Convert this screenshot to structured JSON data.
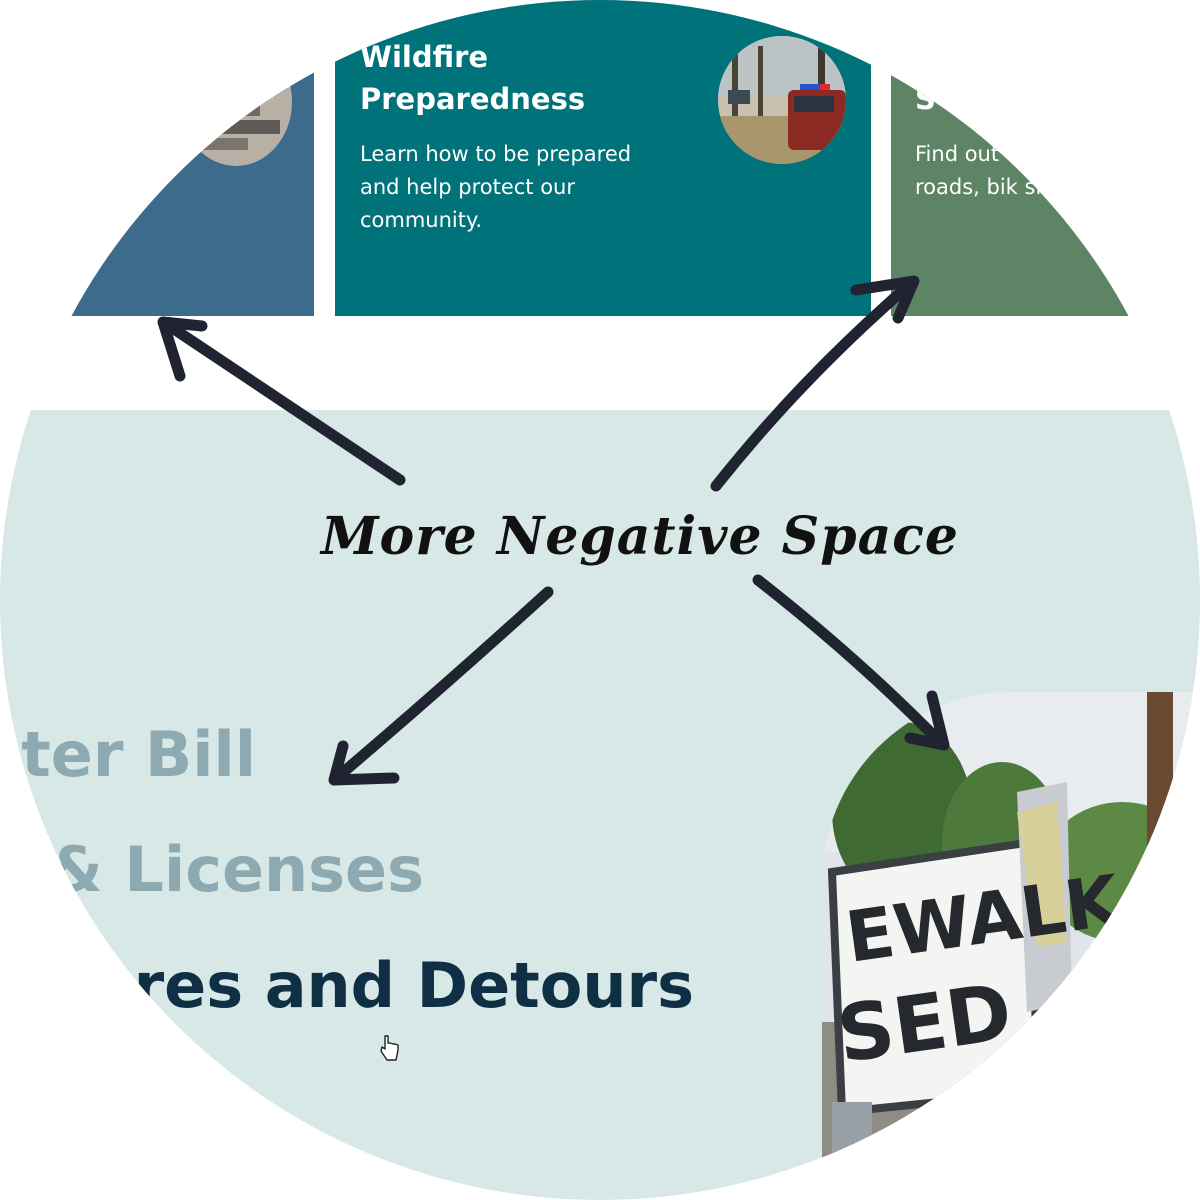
{
  "cards": {
    "middle": {
      "title": "Wildfire Preparedness",
      "description": "Learn how to be prepared and help protect our community."
    },
    "right": {
      "title": "S",
      "description": "Find out to maintain our roads, bik sidewalks."
    }
  },
  "menu": {
    "items": [
      {
        "label": "ater Bill",
        "state": "muted"
      },
      {
        "label": "& Licenses",
        "state": "muted"
      },
      {
        "label": "ures and Detours",
        "state": "active"
      }
    ]
  },
  "annotation": {
    "text": "More Negative Space"
  },
  "sign": {
    "line1": "EWALK",
    "line2": "SED"
  },
  "colors": {
    "card_left": "#3d6b8c",
    "card_middle": "#00737a",
    "card_right": "#5e8466",
    "panel": "#d8e8e6",
    "menu_muted": "#8da9b1",
    "menu_active": "#0e2f44",
    "ink": "#1f2430"
  },
  "icons": {
    "cursor": "hand-pointer-icon",
    "arrows": "hand-drawn-arrow-icon"
  }
}
